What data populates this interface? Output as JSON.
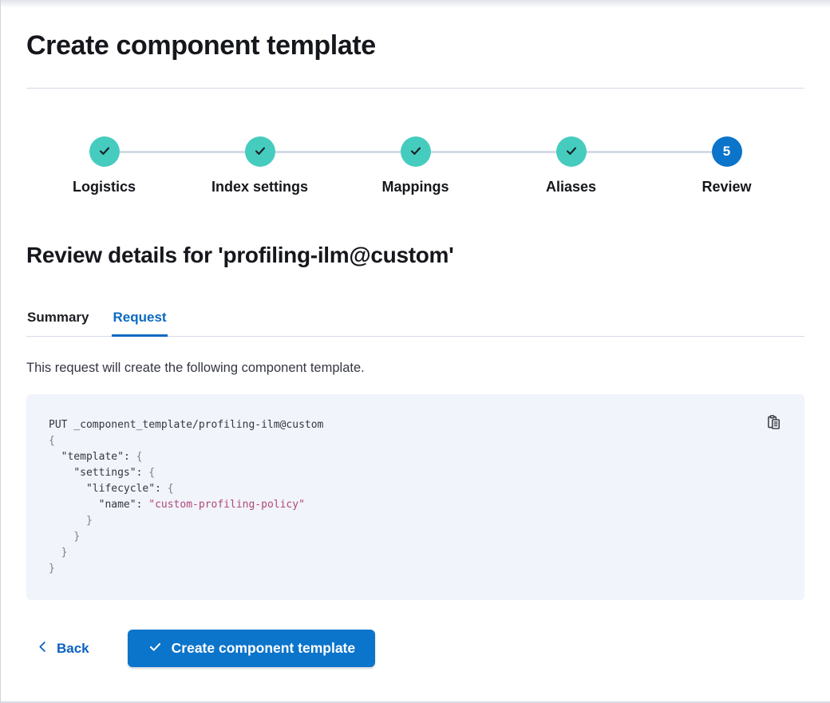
{
  "page": {
    "title": "Create component template"
  },
  "stepper": {
    "steps": [
      {
        "label": "Logistics",
        "status": "complete"
      },
      {
        "label": "Index settings",
        "status": "complete"
      },
      {
        "label": "Mappings",
        "status": "complete"
      },
      {
        "label": "Aliases",
        "status": "complete"
      },
      {
        "label": "Review",
        "status": "current",
        "number": "5"
      }
    ]
  },
  "review": {
    "heading": "Review details for 'profiling-ilm@custom'",
    "tabs": [
      {
        "label": "Summary",
        "selected": false
      },
      {
        "label": "Request",
        "selected": true
      }
    ],
    "description": "This request will create the following component template."
  },
  "code_block": {
    "lines": [
      {
        "segments": [
          {
            "text": "PUT _component_template/profiling-ilm@custom",
            "type": "plain"
          }
        ]
      },
      {
        "segments": [
          {
            "text": "{",
            "type": "punc"
          }
        ]
      },
      {
        "segments": [
          {
            "text": "  ",
            "type": "plain"
          },
          {
            "text": "\"template\"",
            "type": "key"
          },
          {
            "text": ": ",
            "type": "plain"
          },
          {
            "text": "{",
            "type": "punc"
          }
        ]
      },
      {
        "segments": [
          {
            "text": "    ",
            "type": "plain"
          },
          {
            "text": "\"settings\"",
            "type": "key"
          },
          {
            "text": ": ",
            "type": "plain"
          },
          {
            "text": "{",
            "type": "punc"
          }
        ]
      },
      {
        "segments": [
          {
            "text": "      ",
            "type": "plain"
          },
          {
            "text": "\"lifecycle\"",
            "type": "key"
          },
          {
            "text": ": ",
            "type": "plain"
          },
          {
            "text": "{",
            "type": "punc"
          }
        ]
      },
      {
        "segments": [
          {
            "text": "        ",
            "type": "plain"
          },
          {
            "text": "\"name\"",
            "type": "key"
          },
          {
            "text": ": ",
            "type": "plain"
          },
          {
            "text": "\"custom-profiling-policy\"",
            "type": "string"
          }
        ]
      },
      {
        "segments": [
          {
            "text": "      ",
            "type": "plain"
          },
          {
            "text": "}",
            "type": "punc"
          }
        ]
      },
      {
        "segments": [
          {
            "text": "    ",
            "type": "plain"
          },
          {
            "text": "}",
            "type": "punc"
          }
        ]
      },
      {
        "segments": [
          {
            "text": "  ",
            "type": "plain"
          },
          {
            "text": "}",
            "type": "punc"
          }
        ]
      },
      {
        "segments": [
          {
            "text": "}",
            "type": "punc"
          }
        ]
      }
    ]
  },
  "footer": {
    "back_label": "Back",
    "create_label": "Create component template"
  },
  "icons": {
    "step_complete": "check-icon",
    "copy": "copy-clipboard-icon",
    "back": "chevron-left-icon",
    "create": "check-icon"
  },
  "colors": {
    "teal": "#45ccbe",
    "blue-fill": "#0b74cb",
    "blue-tab": "#0a6ac2",
    "blue-link": "#0b61c2",
    "line": "#d3dae6",
    "code-bg": "#f1f4fa",
    "code-punc": "#798089",
    "code-string": "#b0477c"
  }
}
